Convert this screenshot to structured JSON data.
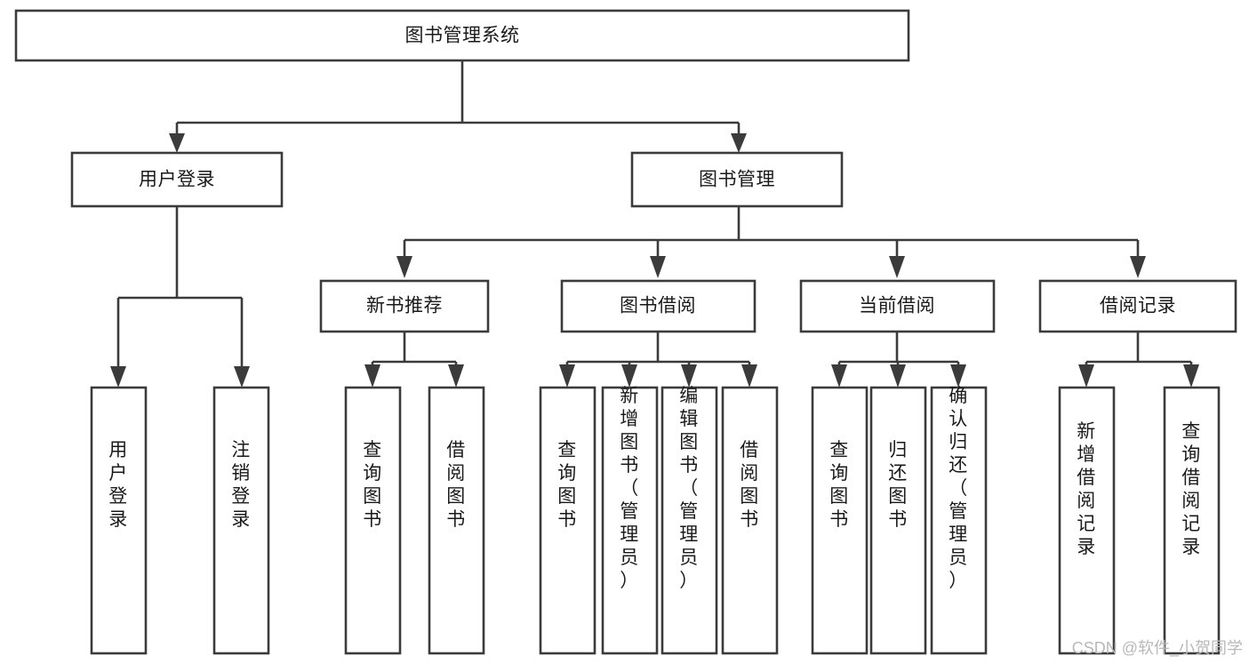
{
  "diagram": {
    "title": "图书管理系统",
    "type": "tree-hierarchy-diagram",
    "colors": {
      "stroke": "#3b3b3b",
      "box_fill": "#ffffff",
      "text": "#1a1a1a",
      "background": "#ffffff",
      "watermark": "#b9b9b9"
    },
    "root": {
      "label": "图书管理系统"
    },
    "level2": [
      {
        "label": "用户登录"
      },
      {
        "label": "图书管理"
      }
    ],
    "level3": [
      {
        "label": "新书推荐"
      },
      {
        "label": "图书借阅"
      },
      {
        "label": "当前借阅"
      },
      {
        "label": "借阅记录"
      }
    ],
    "leaves": {
      "user_login": [
        {
          "label": "用户登录"
        },
        {
          "label": "注销登录"
        }
      ],
      "new_book_recommend": [
        {
          "label": "查询图书"
        },
        {
          "label": "借阅图书"
        }
      ],
      "book_borrow": [
        {
          "label": "查询图书"
        },
        {
          "label": "新增图书（管理员）"
        },
        {
          "label": "编辑图书（管理员）"
        },
        {
          "label": "借阅图书"
        }
      ],
      "current_borrow": [
        {
          "label": "查询图书"
        },
        {
          "label": "归还图书"
        },
        {
          "label": "确认归还（管理员）"
        }
      ],
      "borrow_record": [
        {
          "label": "新增借阅记录"
        },
        {
          "label": "查询借阅记录"
        }
      ]
    },
    "watermark": "CSDN @软件_小贺同学"
  }
}
